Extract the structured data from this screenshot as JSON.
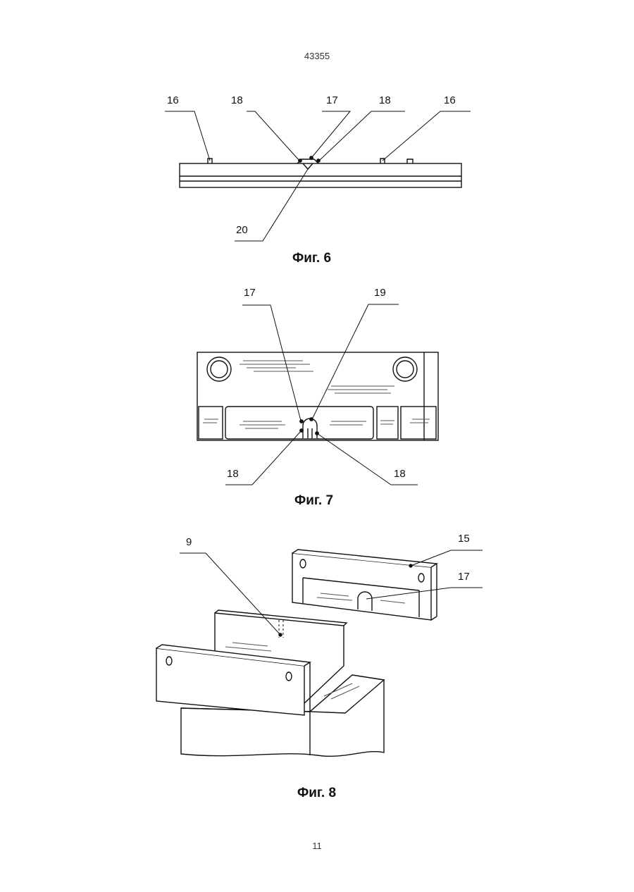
{
  "header": {
    "doc_number": "43355"
  },
  "footer": {
    "page_number": "11"
  },
  "figures": {
    "fig6": {
      "caption": "Фиг. 6",
      "labels": {
        "l16a": "16",
        "l18a": "18",
        "l17": "17",
        "l18b": "18",
        "l16b": "16",
        "l20": "20"
      }
    },
    "fig7": {
      "caption": "Фиг. 7",
      "labels": {
        "l17": "17",
        "l19": "19",
        "l18a": "18",
        "l18b": "18"
      }
    },
    "fig8": {
      "caption": "Фиг. 8",
      "labels": {
        "l9": "9",
        "l15": "15",
        "l17": "17"
      }
    }
  },
  "colors": {
    "line": "#111111",
    "hatch": "#555555",
    "background": "#ffffff"
  }
}
